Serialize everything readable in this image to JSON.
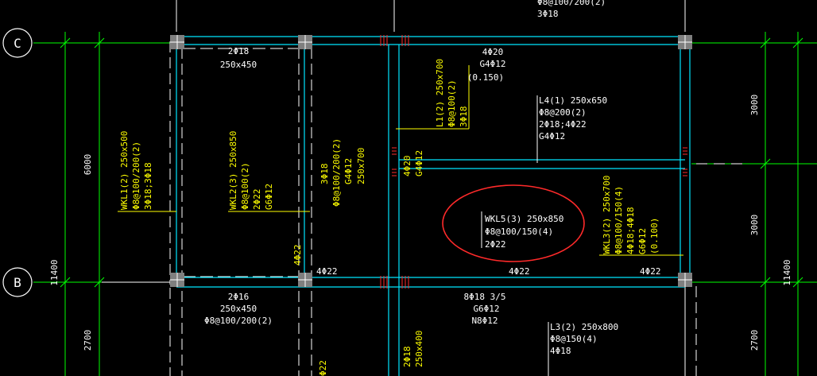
{
  "colors": {
    "background": "#000000",
    "beam": "#00e5ff",
    "column": "#7f7f7f",
    "annotation_white": "#ffffff",
    "annotation_yellow": "#ffff00",
    "dimension_green": "#00ff00",
    "highlight_red": "#ff2a2a"
  },
  "axes": {
    "top": "C",
    "bottom": "B"
  },
  "dimensions": {
    "left_6000": "6000",
    "left_11400": "11400",
    "left_2700": "2700",
    "right_3000_top": "3000",
    "right_3000_mid": "3000",
    "right_11400": "11400",
    "right_2700": "2700"
  },
  "top_cut": {
    "line1": "Φ8@100/200(2)",
    "line2": "3Φ18"
  },
  "span1_top": {
    "line1": "2Φ18",
    "line2": "250x450"
  },
  "span3_top": {
    "line1": "4Φ20",
    "line2": "G4Φ12",
    "line3": "(0.150)"
  },
  "l1": {
    "line1": "L1(2) 250x700",
    "line2": "Φ8@100(2)",
    "line3": "3Φ18"
  },
  "l4": {
    "line1": "L4(1) 250x650",
    "line2": "Φ8@200(2)",
    "line3": "2Φ18;4Φ22",
    "line4": "G4Φ12"
  },
  "wkl1": {
    "line1": "WKL1(2) 250x500",
    "line2": "Φ8@100/200(2)",
    "line3": "3Φ18;3Φ18"
  },
  "wkl2": {
    "line1": "WKL2(3) 250x850",
    "line2": "Φ8@100(2)",
    "line3": "2Φ22",
    "line4": "G6Φ12"
  },
  "col_b": {
    "line1": "3Φ18",
    "line2": "Φ8@100/200(2)",
    "line3": "G4Φ12",
    "line4": "250x700"
  },
  "col_d": {
    "line1": "4Φ20",
    "line2": "G4Φ12"
  },
  "wkl5": {
    "line1": "WKL5(3) 250x850",
    "line2": "Φ8@100/150(4)",
    "line3": "2Φ22"
  },
  "wkl3": {
    "line1": "WKL3(2) 250x700",
    "line2": "Φ8@100/150(4)",
    "line3": "4Φ18;4Φ18",
    "line4": "G6Φ12",
    "line5": "(0.100)"
  },
  "b_labels": {
    "c1_vert": "4Φ22",
    "b1": "4Φ22",
    "b2": "4Φ22",
    "b3": "4Φ22"
  },
  "span1_bot": {
    "line1": "2Φ16",
    "line2": "250x450",
    "line3": "Φ8@100/200(2)"
  },
  "span3_bot": {
    "line1": "8Φ18 3/5",
    "line2": "G6Φ12",
    "line3": "N8Φ12"
  },
  "l3": {
    "line1": "L3(2) 250x800",
    "line2": "Φ8@150(4)",
    "line3": "4Φ18"
  },
  "bot_col_b": {
    "text": "Φ22"
  },
  "bot_col_c": {
    "line1": "2Φ18",
    "line2": "250x400"
  }
}
